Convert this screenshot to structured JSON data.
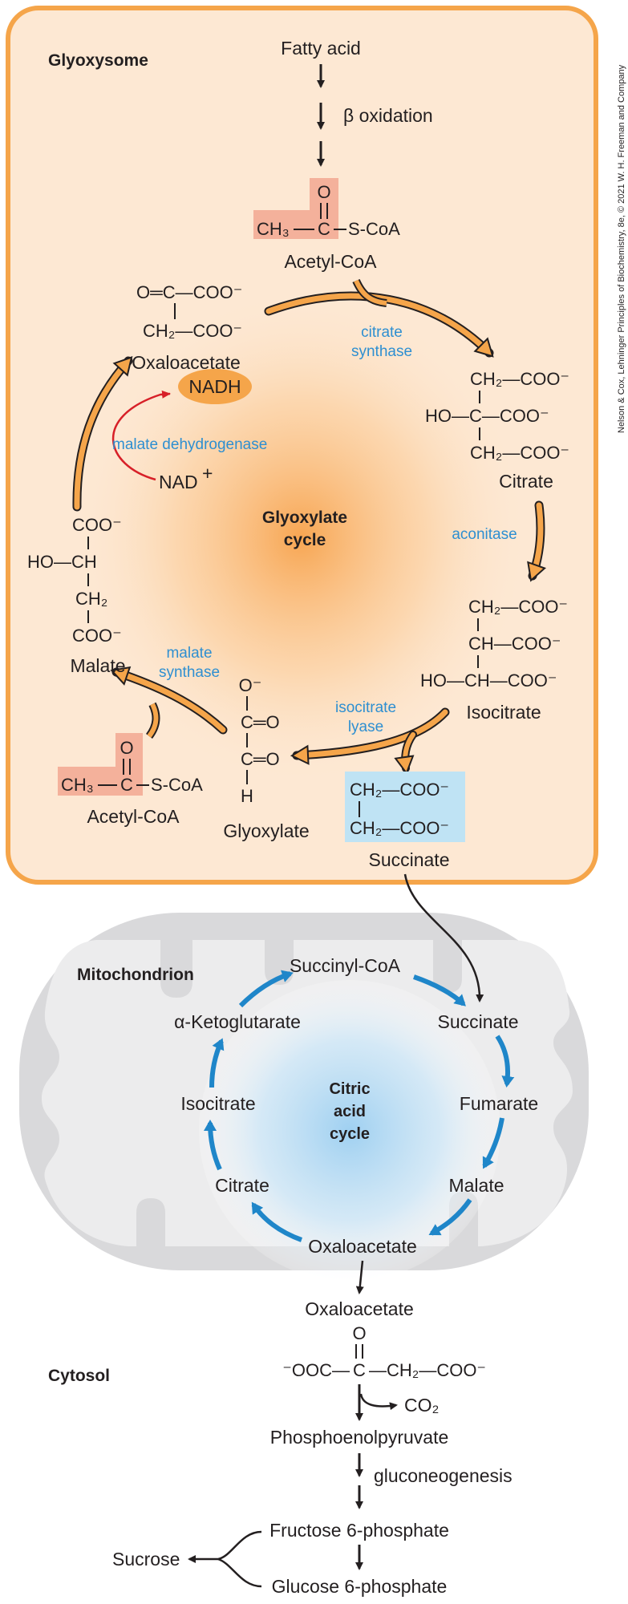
{
  "compartments": {
    "glyoxysome": "Glyoxysome",
    "mitochondrion": "Mitochondrion",
    "cytosol": "Cytosol"
  },
  "credit": "Nelson & Cox, Lehninger Principles of Biochemistry, 8e, © 2021 W. H. Freeman and Company",
  "glyoxysome": {
    "fatty_acid": "Fatty acid",
    "beta_oxidation": "β oxidation",
    "acetyl_coa_top": {
      "ch3": "CH₃",
      "c": "C",
      "o": "O",
      "scoa": "S-CoA",
      "name": "Acetyl-CoA"
    },
    "oxaloacetate": {
      "line1": "O═C—COO⁻",
      "line2": "CH₂—COO⁻",
      "name": "Oxaloacetate"
    },
    "citrate_synthase": [
      "citrate",
      "synthase"
    ],
    "citrate": {
      "line1": "CH₂—COO⁻",
      "line2": "HO—C—COO⁻",
      "line3": "CH₂—COO⁻",
      "name": "Citrate"
    },
    "aconitase": "aconitase",
    "isocitrate": {
      "line1": "CH₂—COO⁻",
      "line2": "CH—COO⁻",
      "line3": "HO—CH—COO⁻",
      "name": "Isocitrate"
    },
    "isocitrate_lyase": [
      "isocitrate",
      "lyase"
    ],
    "succinate": {
      "line1": "CH₂—COO⁻",
      "line2": "CH₂—COO⁻",
      "name": "Succinate"
    },
    "glyoxylate": {
      "o_minus": "O⁻",
      "c1": "C═O",
      "c2": "C═O",
      "h": "H",
      "name": "Glyoxylate"
    },
    "malate_synthase": [
      "malate",
      "synthase"
    ],
    "acetyl_coa_bottom": {
      "ch3": "CH₃",
      "c": "C",
      "o": "O",
      "scoa": "S-CoA",
      "name": "Acetyl-CoA"
    },
    "malate": {
      "line1": "COO⁻",
      "line2": "HO—CH",
      "line3": "CH₂",
      "line4": "COO⁻",
      "name": "Malate"
    },
    "malate_dehydrogenase": "malate dehydrogenase",
    "nadh": "NADH",
    "nad": "NAD",
    "nad_plus": "+",
    "cycle_label": [
      "Glyoxylate",
      "cycle"
    ]
  },
  "mitochondrion": {
    "cycle_label": [
      "Citric",
      "acid",
      "cycle"
    ],
    "intermediates": {
      "succinyl_coa": "Succinyl-CoA",
      "succinate": "Succinate",
      "fumarate": "Fumarate",
      "malate": "Malate",
      "oxaloacetate": "Oxaloacetate",
      "citrate": "Citrate",
      "isocitrate": "Isocitrate",
      "ketoglutarate": "α-Ketoglutarate"
    }
  },
  "cytosol": {
    "oxaloacetate": "Oxaloacetate",
    "structure": {
      "o": "O",
      "c": "C",
      "left": "⁻OOC—",
      "right": "—CH₂—COO⁻"
    },
    "co2": "CO₂",
    "pep": "Phosphoenolpyruvate",
    "gluconeogenesis": "gluconeogenesis",
    "f6p": "Fructose 6-phosphate",
    "g6p": "Glucose 6-phosphate",
    "sucrose": "Sucrose"
  },
  "colors": {
    "glyoxysome_fill": "#fde8d3",
    "glyoxysome_border": "#f5a54a",
    "cycle_arrow": "#f5a54a",
    "enzyme_text": "#2e8fd1",
    "mito_outer": "#d9d9db",
    "mito_inner": "#ececed",
    "citric_arrow": "#1f86c9",
    "acetyl_highlight": "#f4b19b",
    "succinate_highlight": "#bfe3f4",
    "nadh_fill": "#f5a54a",
    "nad_arrow": "#d72028"
  }
}
